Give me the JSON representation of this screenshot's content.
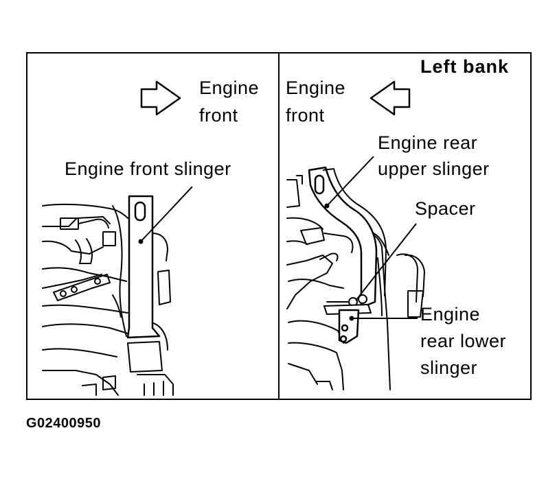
{
  "panel_title": "Left bank",
  "left_panel": {
    "direction_line1": "Engine",
    "direction_line2": "front",
    "slinger_label": "Engine front slinger",
    "arrow_icon": "arrow-right-icon"
  },
  "right_panel": {
    "direction_line1": "Engine",
    "direction_line2": "front",
    "arrow_icon": "arrow-left-icon",
    "upper_line1": "Engine rear",
    "upper_line2": "upper slinger",
    "spacer": "Spacer",
    "lower_line1": "Engine",
    "lower_line2": "rear lower",
    "lower_line3": "slinger"
  },
  "figure_code": "G02400950"
}
